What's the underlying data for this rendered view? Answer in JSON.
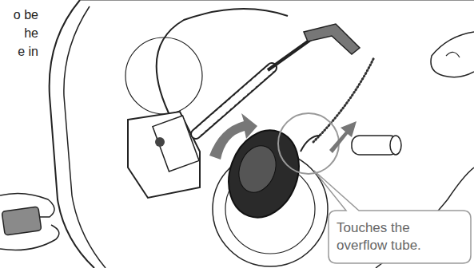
{
  "diagram": {
    "nodes": [
      {
        "text": [
          "Touches the overflow tube."
        ]
      }
    ],
    "labels": [
      "o be",
      "he",
      "e in"
    ]
  }
}
